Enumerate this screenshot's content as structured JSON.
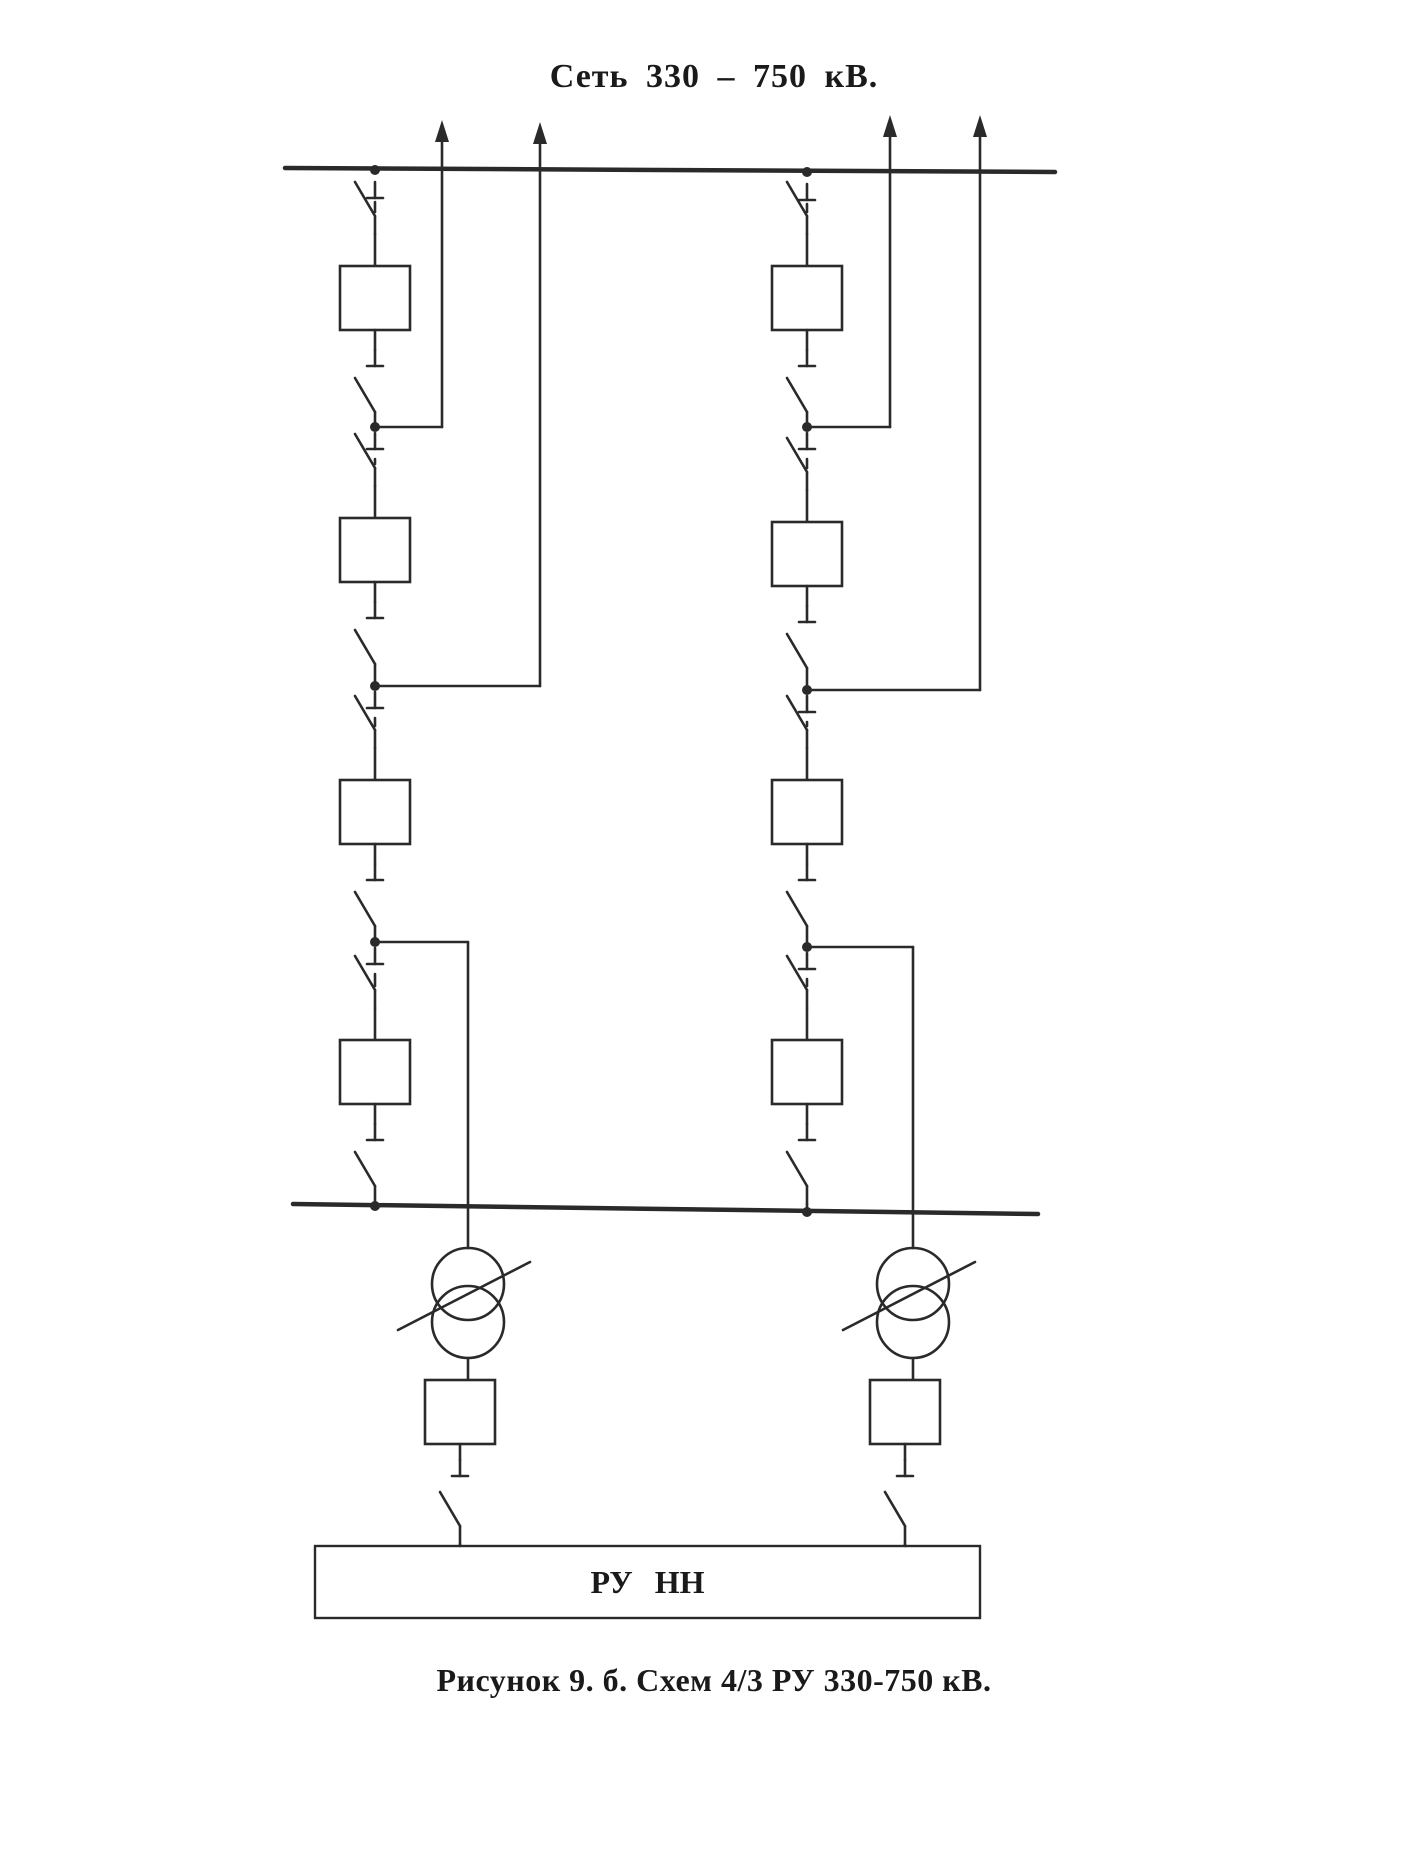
{
  "title": "Сеть   330 – 750 кВ.",
  "ru_label": "РУ  НН",
  "caption": "Рисунок 9. б. Схем 4/3 РУ 330-750 кВ.",
  "columns": [
    {
      "id": "left",
      "breakers": 4,
      "line_taps": 2,
      "transformer_tap": 1
    },
    {
      "id": "right",
      "breakers": 4,
      "line_taps": 2,
      "transformer_tap": 1
    }
  ],
  "colors": {
    "ink": "#2a2a2a",
    "background": "#ffffff"
  }
}
